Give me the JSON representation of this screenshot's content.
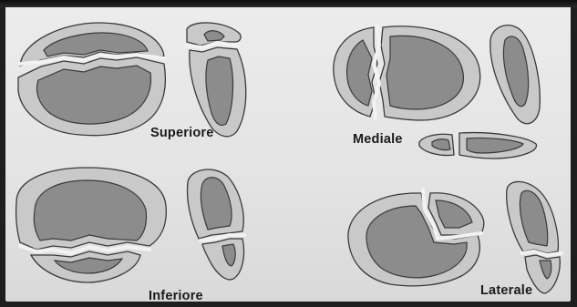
{
  "labels": {
    "superior": "Superiore",
    "medial": "Mediale",
    "inferior": "Inferiore",
    "lateral": "Laterale"
  }
}
